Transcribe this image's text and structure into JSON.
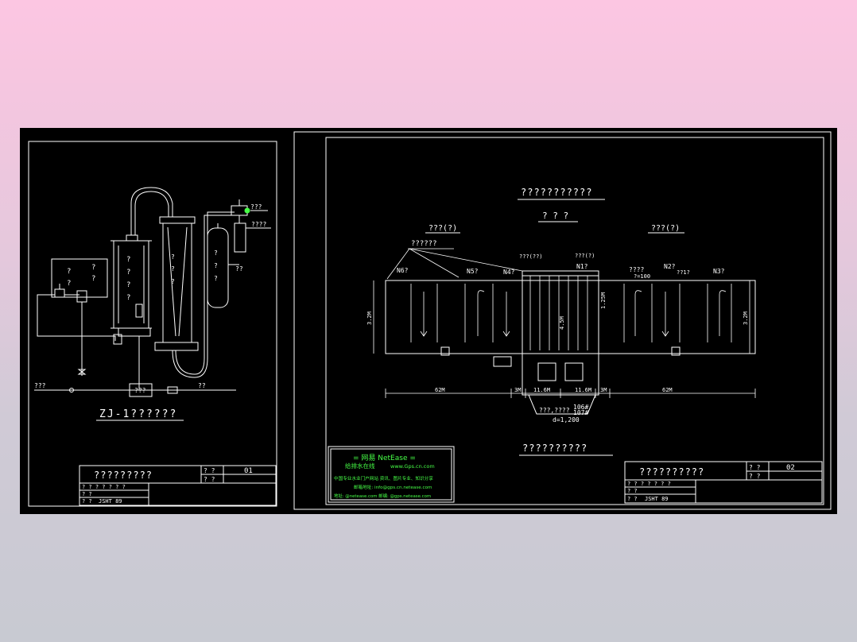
{
  "left_sheet": {
    "title": "ZJ-1??????",
    "tb_name": "?????????",
    "tb_drawing_no": "01",
    "tb_label_a": "? ?",
    "tb_label_b": "? ?",
    "tb_row1": "? ?  ?  ?  ?  ? ?",
    "tb_row2": "? ?",
    "tb_row3_label": "? ?",
    "tb_row3_value": "JSHT 89",
    "labels": {
      "top_right_1": "???",
      "top_right_2": "????",
      "side_right": "??",
      "pipe_left": "???",
      "pipe_right": "??",
      "pump": "???",
      "box_q1": "?",
      "box_q2": "?",
      "box_q3": "?",
      "box_q4": "?",
      "col1": "?",
      "col2": "?",
      "col3": "?",
      "col4": "?",
      "col5": "?",
      "col6": "?",
      "col7": "?"
    }
  },
  "right_sheet": {
    "title": "???????????",
    "subtitle": "? ? ?",
    "section_left": "???(?)",
    "section_right": "???(?)",
    "bottom_title": "??????????",
    "tb_name": "??????????",
    "tb_drawing_no": "02",
    "tb_label_a": "? ?",
    "tb_label_b": "? ?",
    "tb_row1": "? ?  ?  ?  ?  ? ?",
    "tb_row2": "? ?",
    "tb_row3_label": "? ?",
    "tb_row3_value": "JSHT 89",
    "annotations": {
      "leader": "??????",
      "n6": "N6?",
      "n5": "N5?",
      "n4": "N4?",
      "n1_mid": "???(??)",
      "n1": "N1?",
      "n1_top": "???(?)",
      "n3_top": "????",
      "n3_sub": "?=100",
      "n2": "N2?",
      "n2b": "??1?",
      "n3": "N3?",
      "h_left": "3.2M",
      "h_right": "3.2M",
      "h_mid": "1.25M",
      "h_core": "4.5M",
      "d_62_left": "62M",
      "d_3_left": "3M",
      "d_116_left": "11.6M",
      "d_116_right": "11.6M",
      "d_3_right": "3M",
      "d_62_right": "62M",
      "d_106": "106#",
      "d_107": "107#",
      "pipe_note": "???,????",
      "dn": "d=1,200"
    }
  },
  "stamp": {
    "brand": "= 网易 NetEase =",
    "name": "给排水在线",
    "url": "www.Gps.cn.com",
    "line1": "中国专业水业门户网站 资讯、图片专业、知识分享",
    "line2": "邮箱地址: info@gps.cn.netease.com",
    "line3": "地址: @netease.com  邮编: @gps.netease.com"
  }
}
